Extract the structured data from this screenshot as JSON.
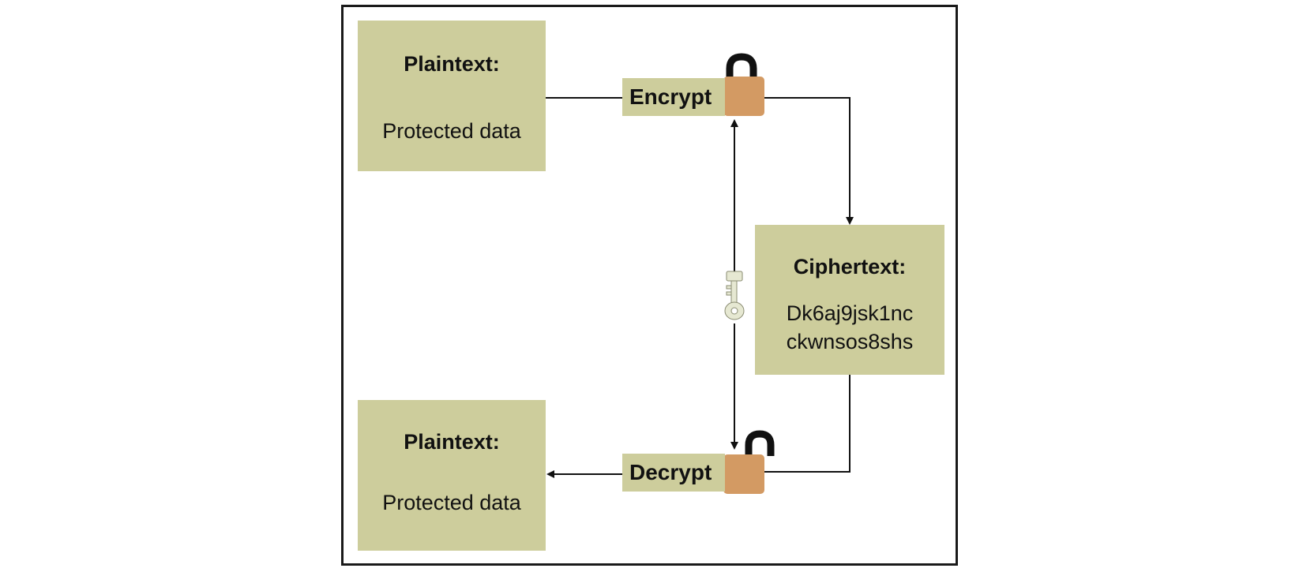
{
  "plaintext_top": {
    "title": "Plaintext:",
    "text": "Protected data"
  },
  "plaintext_bottom": {
    "title": "Plaintext:",
    "text": "Protected data"
  },
  "ciphertext": {
    "title": "Ciphertext:",
    "lines": [
      "Dk6aj9jsk1nc",
      "ckwnsos8shs"
    ]
  },
  "encrypt": {
    "label": "Encrypt"
  },
  "decrypt": {
    "label": "Decrypt"
  },
  "icons": {
    "lock": "padlock-icon",
    "key": "key-icon"
  },
  "colors": {
    "box_fill": "#cdcd9c",
    "lock_body": "#d39a63",
    "lock_shackle": "#111111",
    "key": "#e6e8d2",
    "connector": "#111111"
  }
}
